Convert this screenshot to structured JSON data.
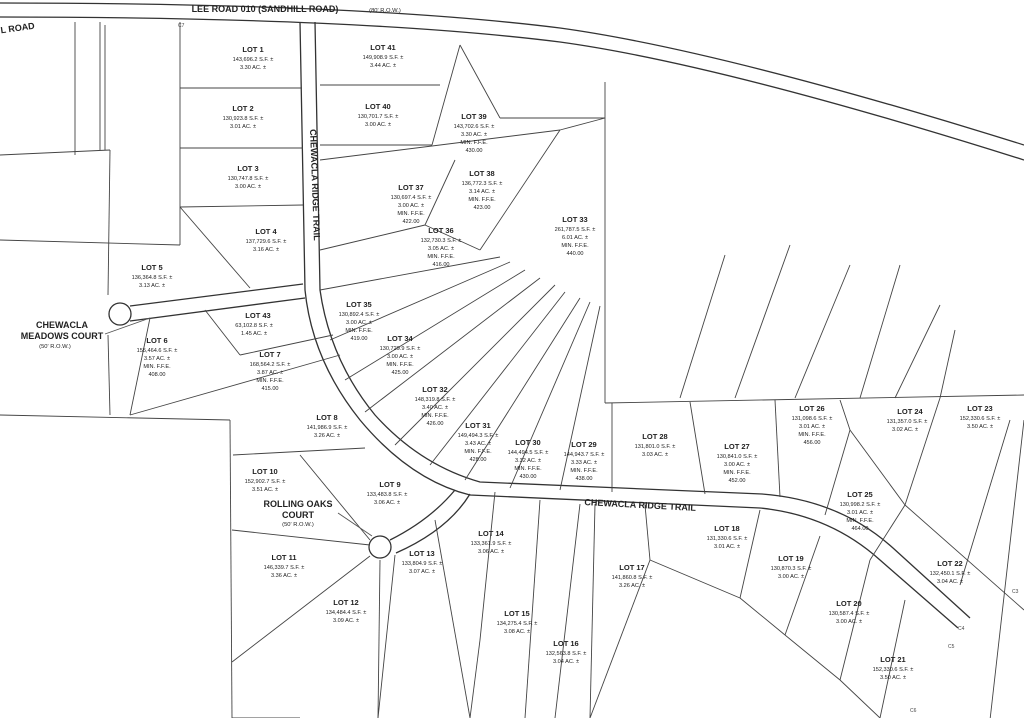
{
  "roads": {
    "lee_road": {
      "name": "LEE ROAD 010 (SANDHILL ROAD)",
      "row": "(80' R.O.W.)",
      "fragment": "L ROAD"
    },
    "chewacla_ridge_vertical": "CHEWACLA RIDGE TRAIL",
    "chewacla_ridge_horizontal": "CHEWACLA RIDGE TRAIL",
    "chewacla_meadows": {
      "name1": "CHEWACLA",
      "name2": "MEADOWS COURT",
      "row": "(50' R.O.W.)"
    },
    "rolling_oaks": {
      "name1": "ROLLING OAKS",
      "name2": "COURT",
      "row": "(50' R.O.W.)"
    }
  },
  "curve_labels": [
    "C7",
    "C3",
    "C4",
    "C5",
    "C6"
  ],
  "lots": {
    "lot1": {
      "name": "LOT 1",
      "area": "143,696.2 S.F. ±",
      "acres": "3.30 AC. ±"
    },
    "lot2": {
      "name": "LOT 2",
      "area": "130,923.8 S.F. ±",
      "acres": "3.01 AC. ±"
    },
    "lot3": {
      "name": "LOT 3",
      "area": "130,747.8 S.F. ±",
      "acres": "3.00 AC. ±"
    },
    "lot4": {
      "name": "LOT 4",
      "area": "137,729.6 S.F. ±",
      "acres": "3.16 AC. ±"
    },
    "lot5": {
      "name": "LOT 5",
      "area": "136,364.8 S.F. ±",
      "acres": "3.13 AC. ±"
    },
    "lot6": {
      "name": "LOT 6",
      "area": "155,464.6 S.F. ±",
      "acres": "3.57 AC. ±",
      "ffe_label": "MIN. F.F.E.",
      "ffe": "408.00"
    },
    "lot7": {
      "name": "LOT 7",
      "area": "168,564.2 S.F. ±",
      "acres": "3.87 AC. ±",
      "ffe_label": "MIN. F.F.E.",
      "ffe": "415.00"
    },
    "lot8": {
      "name": "LOT 8",
      "area": "141,986.9 S.F. ±",
      "acres": "3.26 AC. ±"
    },
    "lot9": {
      "name": "LOT 9",
      "area": "133,483.8 S.F. ±",
      "acres": "3.06 AC. ±"
    },
    "lot10": {
      "name": "LOT 10",
      "area": "152,902.7 S.F. ±",
      "acres": "3.51 AC. ±"
    },
    "lot11": {
      "name": "LOT 11",
      "area": "146,339.7 S.F. ±",
      "acres": "3.36 AC. ±"
    },
    "lot12": {
      "name": "LOT 12",
      "area": "134,484.4 S.F. ±",
      "acres": "3.09 AC. ±"
    },
    "lot13": {
      "name": "LOT 13",
      "area": "133,804.9 S.F. ±",
      "acres": "3.07 AC. ±"
    },
    "lot14": {
      "name": "LOT 14",
      "area": "133,361.9 S.F. ±",
      "acres": "3.06 AC. ±"
    },
    "lot15": {
      "name": "LOT 15",
      "area": "134,275.4 S.F. ±",
      "acres": "3.08 AC. ±"
    },
    "lot16": {
      "name": "LOT 16",
      "area": "132,563.8 S.F. ±",
      "acres": "3.04 AC. ±"
    },
    "lot17": {
      "name": "LOT 17",
      "area": "141,860.8 S.F. ±",
      "acres": "3.26 AC. ±"
    },
    "lot18": {
      "name": "LOT 18",
      "area": "131,330.6 S.F. ±",
      "acres": "3.01 AC. ±"
    },
    "lot19": {
      "name": "LOT 19",
      "area": "130,870.3 S.F. ±",
      "acres": "3.00 AC. ±"
    },
    "lot20": {
      "name": "LOT 20",
      "area": "130,587.4 S.F. ±",
      "acres": "3.00 AC. ±"
    },
    "lot21": {
      "name": "LOT 21",
      "area": "152,330.6 S.F. ±",
      "acres": "3.50 AC. ±"
    },
    "lot22": {
      "name": "LOT 22",
      "area": "132,450.1 S.F. ±",
      "acres": "3.04 AC. ±"
    },
    "lot23": {
      "name": "LOT 23",
      "area": "152,330.6 S.F. ±",
      "acres": "3.50 AC. ±"
    },
    "lot24": {
      "name": "LOT 24",
      "area": "131,357.0 S.F. ±",
      "acres": "3.02 AC. ±"
    },
    "lot25": {
      "name": "LOT 25",
      "area": "130,998.2 S.F. ±",
      "acres": "3.01 AC. ±",
      "ffe_label": "MIN. F.F.E.",
      "ffe": "464.00"
    },
    "lot26": {
      "name": "LOT 26",
      "area": "131,098.6 S.F. ±",
      "acres": "3.01 AC. ±",
      "ffe_label": "MIN. F.F.E.",
      "ffe": "456.00"
    },
    "lot27": {
      "name": "LOT 27",
      "area": "130,841.0 S.F. ±",
      "acres": "3.00 AC. ±",
      "ffe_label": "MIN. F.F.E.",
      "ffe": "452.00"
    },
    "lot28": {
      "name": "LOT 28",
      "area": "131,801.0 S.F. ±",
      "acres": "3.03 AC. ±"
    },
    "lot29": {
      "name": "LOT 29",
      "area": "144,943.7 S.F. ±",
      "acres": "3.33 AC. ±",
      "ffe_label": "MIN. F.F.E.",
      "ffe": "438.00"
    },
    "lot30": {
      "name": "LOT 30",
      "area": "144,494.5 S.F. ±",
      "acres": "3.32 AC. ±",
      "ffe_label": "MIN. F.F.E.",
      "ffe": "430.00"
    },
    "lot31": {
      "name": "LOT 31",
      "area": "149,494.3 S.F. ±",
      "acres": "3.43 AC. ±",
      "ffe_label": "MIN. F.F.E.",
      "ffe": "428.00"
    },
    "lot32": {
      "name": "LOT 32",
      "area": "148,319.8 S.F. ±",
      "acres": "3.40 AC. ±",
      "ffe_label": "MIN. F.F.E.",
      "ffe": "426.00"
    },
    "lot33": {
      "name": "LOT 33",
      "area": "261,787.5 S.F. ±",
      "acres": "6.01 AC. ±",
      "ffe_label": "MIN. F.F.E.",
      "ffe": "440.00"
    },
    "lot34": {
      "name": "LOT 34",
      "area": "130,729.9 S.F. ±",
      "acres": "3.00 AC. ±",
      "ffe_label": "MIN. F.F.E.",
      "ffe": "425.00"
    },
    "lot35": {
      "name": "LOT 35",
      "area": "130,892.4 S.F. ±",
      "acres": "3.00 AC. ±",
      "ffe_label": "MIN. F.F.E.",
      "ffe": "419.00"
    },
    "lot36": {
      "name": "LOT 36",
      "area": "132,730.3 S.F. ±",
      "acres": "3.05 AC. ±",
      "ffe_label": "MIN. F.F.E.",
      "ffe": "416.00"
    },
    "lot37": {
      "name": "LOT 37",
      "area": "130,697.4 S.F. ±",
      "acres": "3.00 AC. ±",
      "ffe_label": "MIN. F.F.E.",
      "ffe": "422.00"
    },
    "lot38": {
      "name": "LOT 38",
      "area": "136,772.3 S.F. ±",
      "acres": "3.14 AC. ±",
      "ffe_label": "MIN. F.F.E.",
      "ffe": "423.00"
    },
    "lot39": {
      "name": "LOT 39",
      "area": "143,702.6 S.F. ±",
      "acres": "3.30 AC. ±",
      "ffe_label": "MIN. F.F.E.",
      "ffe": "430.00"
    },
    "lot40": {
      "name": "LOT 40",
      "area": "130,701.7 S.F. ±",
      "acres": "3.00 AC. ±"
    },
    "lot41": {
      "name": "LOT 41",
      "area": "149,908.9 S.F. ±",
      "acres": "3.44 AC. ±"
    },
    "lot43": {
      "name": "LOT 43",
      "area": "63,102.8 S.F. ±",
      "acres": "1.45 AC. ±"
    }
  }
}
